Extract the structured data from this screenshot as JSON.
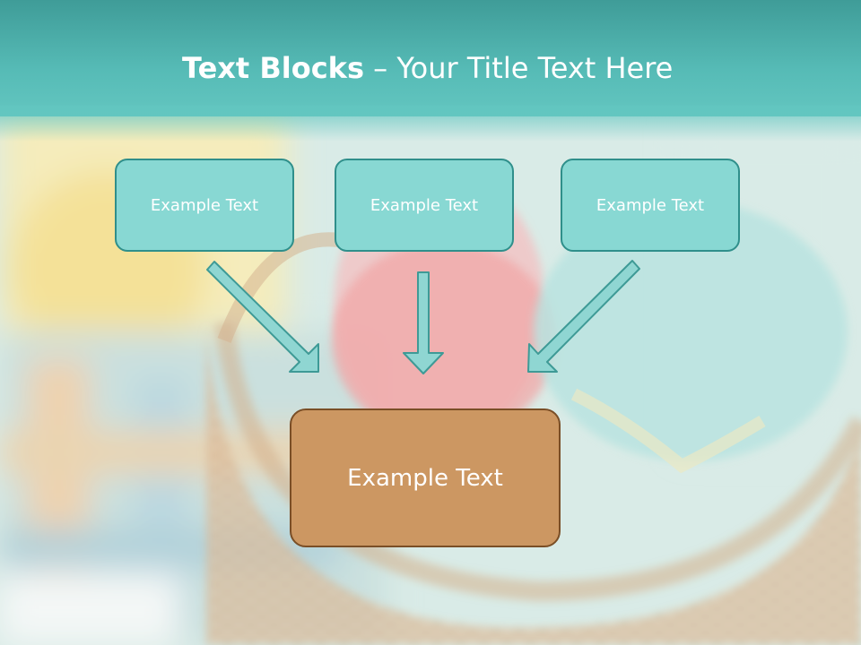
{
  "title": {
    "bold": "Text Blocks",
    "separator": " – ",
    "rest": "Your Title Text Here"
  },
  "boxes": {
    "top_left": "Example Text",
    "top_center": "Example Text",
    "top_right": "Example Text",
    "main": "Example Text"
  },
  "colors": {
    "header": "#56bbb6",
    "top_box_fill": "#88d8d3",
    "top_box_border": "#2f8f8b",
    "main_box_fill": "#cc9762",
    "main_box_border": "#7a4e26",
    "arrow_fill": "#8fd6d2",
    "arrow_stroke": "#3e9a96"
  }
}
